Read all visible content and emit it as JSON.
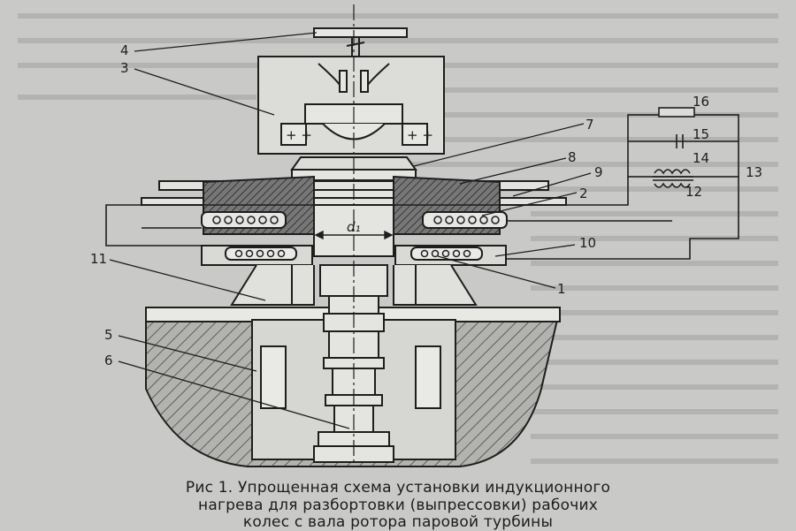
{
  "figure": {
    "caption_lines": [
      "Рис 1. Упрощенная схема установки индукционного",
      "нагрева для разбортовки (выпрессовки) рабочих",
      "колес с вала ротора паровой турбины"
    ],
    "dimension_label": "d₁",
    "callouts": [
      "1",
      "2",
      "3",
      "4",
      "5",
      "6",
      "7",
      "8",
      "9",
      "10",
      "11",
      "12",
      "13",
      "14",
      "15",
      "16"
    ]
  },
  "colors": {
    "background": "#c9c9c7",
    "ink": "#1e1e1e",
    "hatch_fill": "#a9a9a6"
  }
}
